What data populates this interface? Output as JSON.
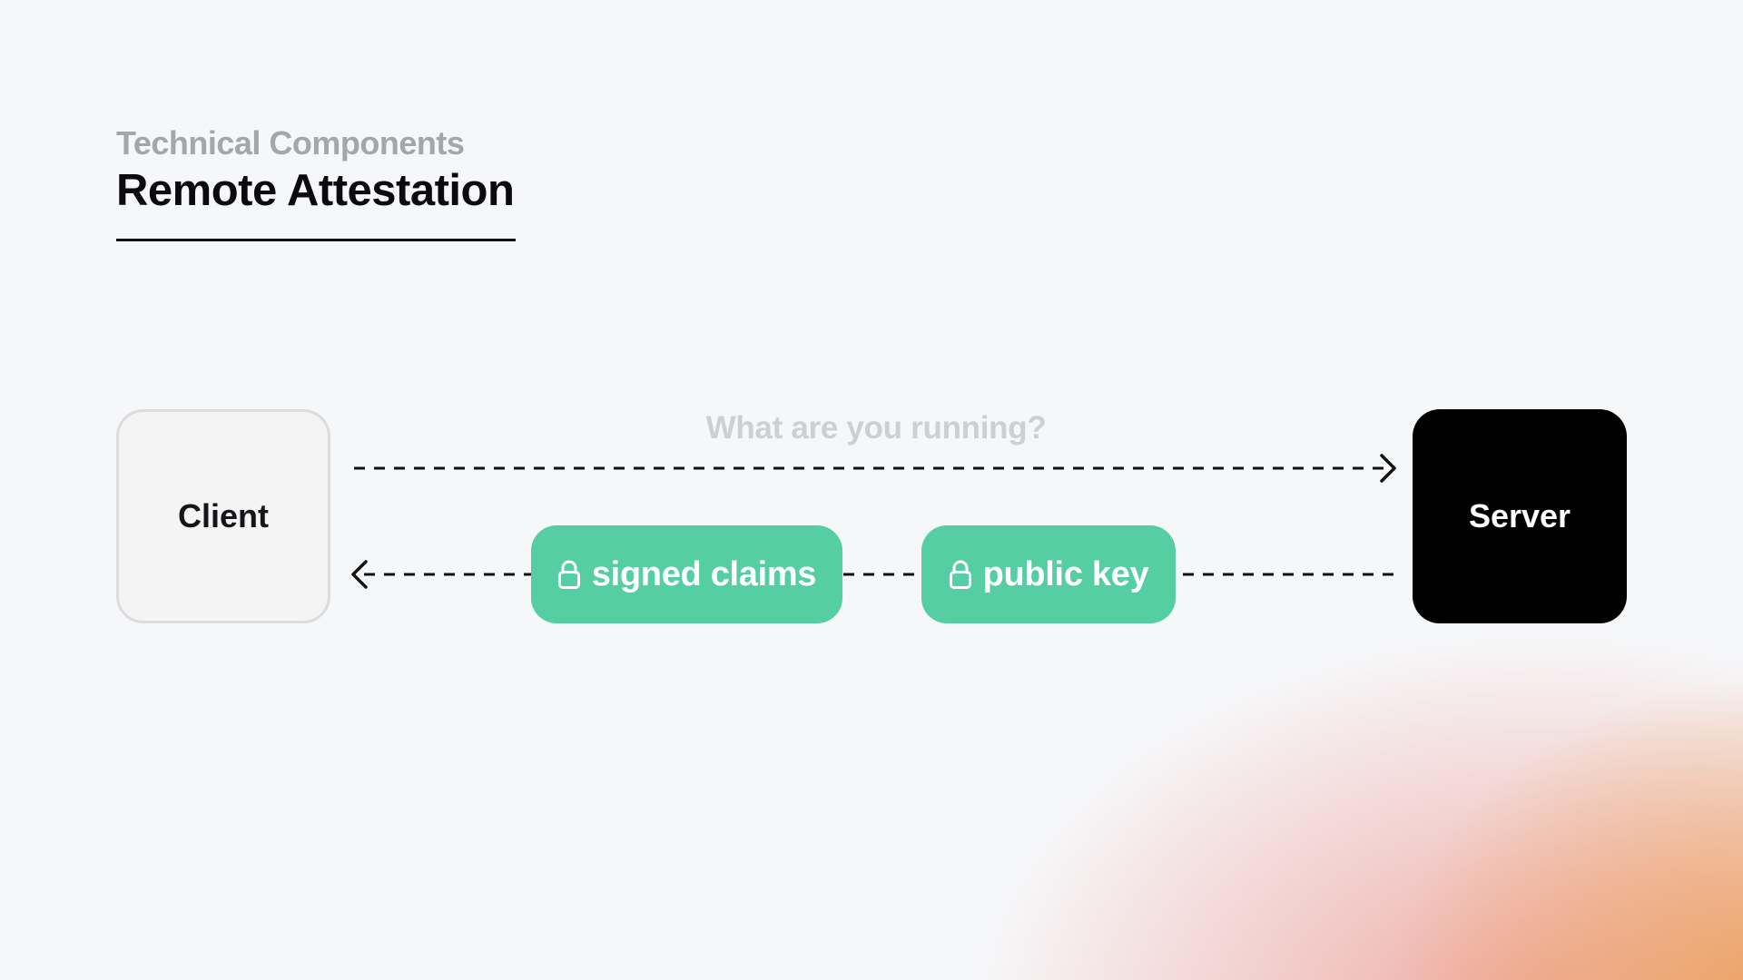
{
  "header": {
    "kicker": "Technical Components",
    "title": "Remote Attestation"
  },
  "diagram": {
    "client_label": "Client",
    "server_label": "Server",
    "request_label": "What are you running?",
    "payload": [
      {
        "label": "signed claims",
        "icon": "lock-icon"
      },
      {
        "label": "public key",
        "icon": "lock-icon"
      }
    ]
  },
  "colors": {
    "accent_green": "#55cea3",
    "server_black": "#000000",
    "muted_text": "#a4a6a9"
  }
}
